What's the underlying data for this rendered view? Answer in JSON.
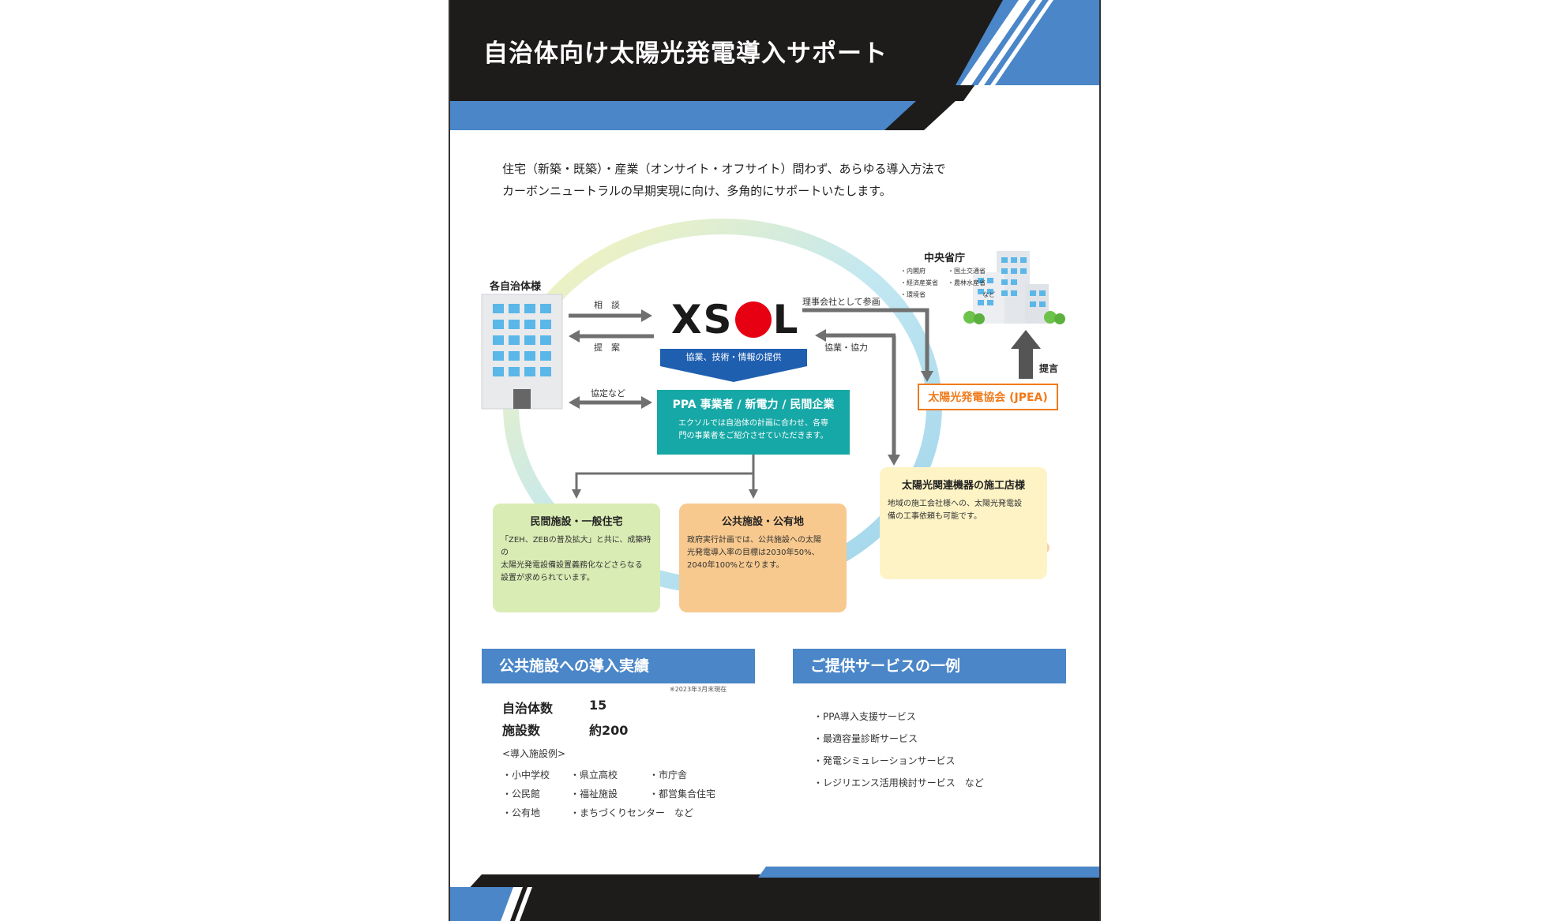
{
  "header": {
    "title": "自治体向け太陽光発電導入サポート"
  },
  "intro": {
    "line1": "住宅（新築・既築）・産業（オンサイト・オフサイト）問わず、あらゆる導入方法で",
    "line2": "カーボンニュートラルの早期実現に向け、多角的にサポートいたします。"
  },
  "diagram": {
    "municipality": "各自治体様",
    "consult": "相　談",
    "propose": "提　案",
    "agreement": "協定など",
    "logo_left": "XS",
    "logo_right": "L",
    "ribbon": "協業、技術・情報の提供",
    "director": "理事会社として参画",
    "cooperation": "協業・協力",
    "ministry": {
      "title": "中央省庁",
      "items": [
        "・内閣府",
        "・国土交通省",
        "・経済産業省",
        "・農林水産省",
        "・環境省",
        "など"
      ]
    },
    "advice": "提言",
    "jpea": "太陽光発電協会 (JPEA)",
    "ppa": {
      "title": "PPA 事業者 / 新電力 / 民間企業",
      "desc1": "エクソルでは自治体の計画に合わせ、各専",
      "desc2": "門の事業者をご紹介させていただきます。"
    },
    "private": {
      "title": "民間施設・一般住宅",
      "desc1": "「ZEH、ZEBの普及拡大」と共に、成築時の",
      "desc2": "太陽光発電設備設置義務化などさらなる",
      "desc3": "設置が求められています。"
    },
    "public": {
      "title": "公共施設・公有地",
      "desc1": "政府実行計画では、公共施設への太陽",
      "desc2": "光発電導入率の目標は2030年50%、",
      "desc3": "2040年100%となります。"
    },
    "installer": {
      "title": "太陽光関連機器の施工店様",
      "desc1": "地域の施工会社様への、太陽光発電設",
      "desc2": "備の工事依頼も可能です。"
    }
  },
  "achievements": {
    "heading": "公共施設への導入実績",
    "note": "※2023年3月末現在",
    "stats": [
      {
        "label": "自治体数",
        "value": "15"
      },
      {
        "label": "施設数",
        "value": "約200"
      }
    ],
    "examples_title": "<導入施設例>",
    "examples": [
      [
        "・小中学校",
        "・県立高校",
        "・市庁舎"
      ],
      [
        "・公民館",
        "・福祉施設",
        "・都営集合住宅"
      ],
      [
        "・公有地",
        "・まちづくりセンター　など",
        ""
      ]
    ]
  },
  "services": {
    "heading": "ご提供サービスの一例",
    "items": [
      "・PPA導入支援サービス",
      "・最適容量診断サービス",
      "・発電シミュレーションサービス",
      "・レジリエンス活用検討サービス　など"
    ]
  },
  "colors": {
    "dark": "#1e1b1b",
    "blue": "#4a86c8",
    "teal": "#16a8a6",
    "orange": "#f07a1a",
    "red": "#e60012"
  }
}
